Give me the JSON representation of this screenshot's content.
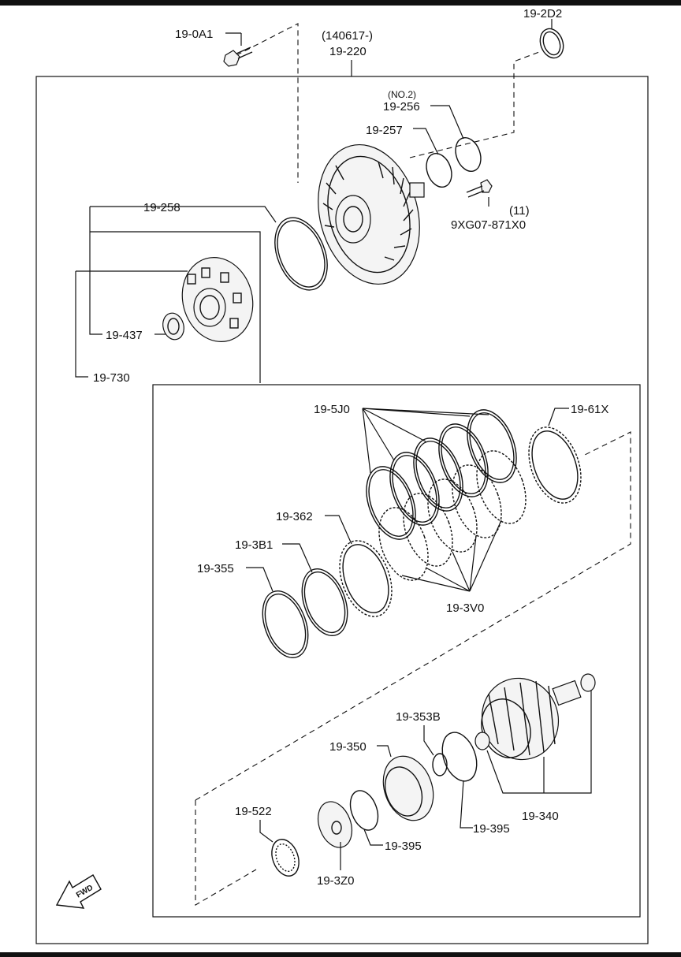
{
  "labels": {
    "l_0a1": "19-0A1",
    "l_220_date": "(140617-)",
    "l_220": "19-220",
    "l_2d2": "19-2D2",
    "l_256_no": "(NO.2)",
    "l_256": "19-256",
    "l_257": "19-257",
    "l_bolt_qty": "(11)",
    "l_bolt": "9XG07-871X0",
    "l_258": "19-258",
    "l_437": "19-437",
    "l_730": "19-730",
    "l_5j0": "19-5J0",
    "l_61x": "19-61X",
    "l_362": "19-362",
    "l_3b1": "19-3B1",
    "l_355": "19-355",
    "l_3v0": "19-3V0",
    "l_353b": "19-353B",
    "l_350": "19-350",
    "l_522": "19-522",
    "l_395a": "19-395",
    "l_395b": "19-395",
    "l_340": "19-340",
    "l_3z0": "19-3Z0",
    "fwd": "FWD"
  }
}
